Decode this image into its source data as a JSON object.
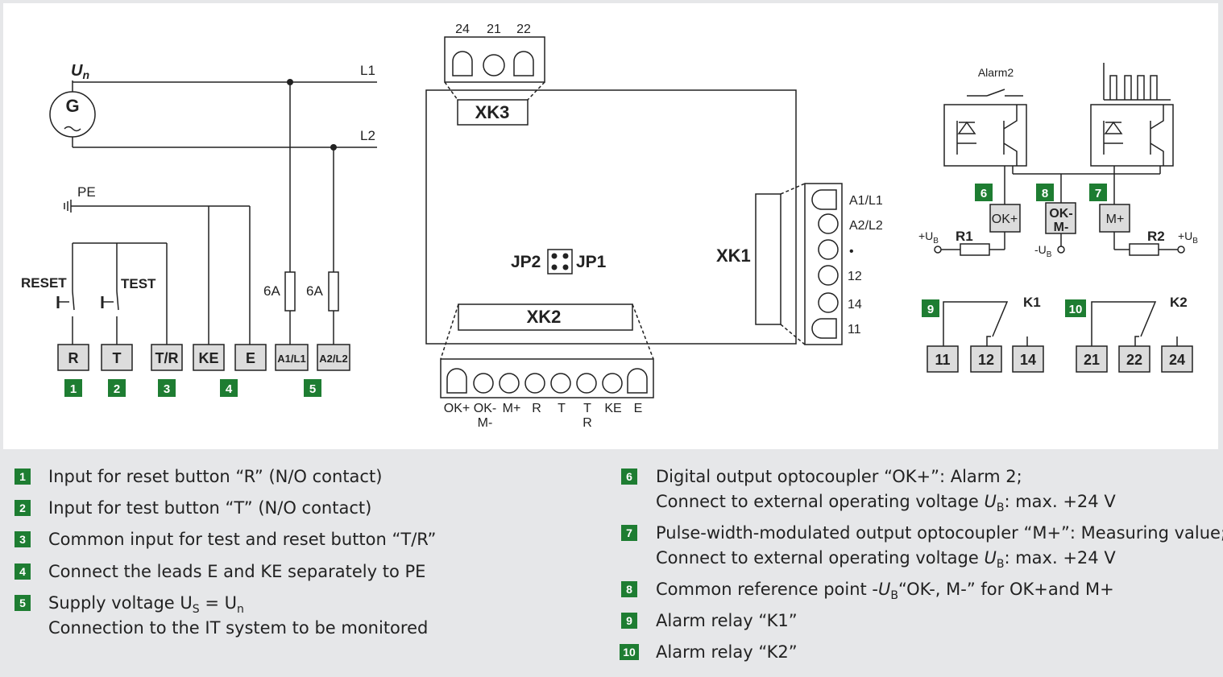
{
  "diagram": {
    "left": {
      "generator_label": "G",
      "un_main": "U",
      "un_sub": "n",
      "l1": "L1",
      "l2": "L2",
      "pe": "PE",
      "reset": "RESET",
      "test": "TEST",
      "fuse1": "6A",
      "fuse2": "6A",
      "terminals": [
        "R",
        "T",
        "T/R",
        "KE",
        "E",
        "A1/L1",
        "A2/L2"
      ],
      "badges": [
        "1",
        "2",
        "3",
        "4",
        "5"
      ]
    },
    "middle": {
      "xk3": "XK3",
      "xk3_pins": [
        "24",
        "21",
        "22"
      ],
      "jp2": "JP2",
      "jp1": "JP1",
      "xk1": "XK1",
      "xk1_pins": [
        "A1/L1",
        "A2/L2",
        "•",
        "12",
        "14",
        "11"
      ],
      "xk2": "XK2",
      "xk2_pins": [
        "OK+",
        "OK-",
        "M+",
        "R",
        "T",
        "T",
        "KE",
        "E"
      ],
      "xk2_pins_line2": [
        "M-",
        "R"
      ]
    },
    "right": {
      "alarm2": "Alarm2",
      "ok_plus": "OK+",
      "ok_minus": "OK-",
      "m_minus": "M-",
      "m_plus": "M+",
      "ub_plus_left": "+U",
      "ub_plus_right": "+U",
      "ub_minus": "-U",
      "ub_sub": "B",
      "r1": "R1",
      "r2": "R2",
      "badge6": "6",
      "badge7": "7",
      "badge8": "8",
      "badge9": "9",
      "badge10": "10",
      "k1": "K1",
      "k2": "K2",
      "k1_terminals": [
        "11",
        "12",
        "14"
      ],
      "k2_terminals": [
        "21",
        "22",
        "24"
      ]
    }
  },
  "legend": {
    "left": [
      {
        "num": "1",
        "line1": "Input for reset button “R” (N/O contact)"
      },
      {
        "num": "2",
        "line1": "Input for test button “T” (N/O contact)"
      },
      {
        "num": "3",
        "line1": "Common input for test and reset button “T/R”"
      },
      {
        "num": "4",
        "line1": "Connect the leads E and KE separately to PE"
      },
      {
        "num": "5",
        "line1": "Supply voltage U",
        "sub1": "S",
        "mid": " = U",
        "sub2": "n",
        "line2": "Connection to the IT system to be monitored"
      }
    ],
    "right": [
      {
        "num": "6",
        "line1": "Digital output optocoupler “OK+”: Alarm 2;",
        "line2a": "Connect to external operating voltage ",
        "line2_u": "U",
        "line2_sub": "B",
        "line2b": ": max. +24 V"
      },
      {
        "num": "7",
        "line1": "Pulse-width-modulated output optocoupler “M+”: Measuring value;",
        "line2a": "Connect to external operating voltage ",
        "line2_u": "U",
        "line2_sub": "B",
        "line2b": ": max. +24 V"
      },
      {
        "num": "8",
        "line1a": "Common reference point -",
        "line1_u": "U",
        "line1_sub": "B",
        "line1b": "“OK-, M-” for OK+and M+"
      },
      {
        "num": "9",
        "line1": "Alarm relay “K1”"
      },
      {
        "num": "10",
        "line1": "Alarm relay “K2”"
      }
    ]
  }
}
